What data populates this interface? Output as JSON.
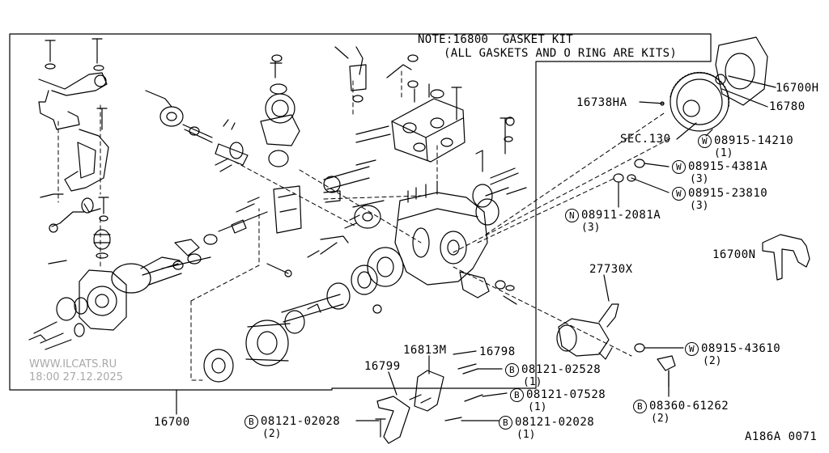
{
  "note": {
    "line1": "NOTE:16800  GASKET KIT",
    "line2": "(ALL GASKETS AND O RING ARE KITS)"
  },
  "labels": {
    "p16700H": "16700H",
    "p16780": "16780",
    "p16738HA": "16738HA",
    "sec130": "SEC.130",
    "p16700N": "16700N",
    "p27730X": "27730X",
    "p16813M": "16813M",
    "p16798": "16798",
    "p16799": "16799",
    "p16700": "16700",
    "diagram_code": "A186A 0071"
  },
  "callouts": [
    {
      "id": "w-08915-14210",
      "symbol": "W",
      "part": "08915-14210",
      "qty": "(1)"
    },
    {
      "id": "w-08915-4381a",
      "symbol": "W",
      "part": "08915-4381A",
      "qty": "(3)"
    },
    {
      "id": "w-08915-23810",
      "symbol": "W",
      "part": "08915-23810",
      "qty": "(3)"
    },
    {
      "id": "n-08911-2081a",
      "symbol": "N",
      "part": "08911-2081A",
      "qty": "(3)"
    },
    {
      "id": "w-08915-43610",
      "symbol": "W",
      "part": "08915-43610",
      "qty": "(2)"
    },
    {
      "id": "b-08121-02528",
      "symbol": "B",
      "part": "08121-02528",
      "qty": "(1)"
    },
    {
      "id": "b-08121-07528",
      "symbol": "B",
      "part": "08121-07528",
      "qty": "(1)"
    },
    {
      "id": "b-08360-61262",
      "symbol": "B",
      "part": "08360-61262",
      "qty": "(2)"
    },
    {
      "id": "b-08121-02028-right",
      "symbol": "B",
      "part": "08121-02028",
      "qty": "(1)"
    },
    {
      "id": "b-08121-02028-left",
      "symbol": "B",
      "part": "08121-02028",
      "qty": "(2)"
    }
  ],
  "watermark": {
    "site": "WWW.ILCATS.RU",
    "datetime": "18:00 27.12.2025"
  }
}
